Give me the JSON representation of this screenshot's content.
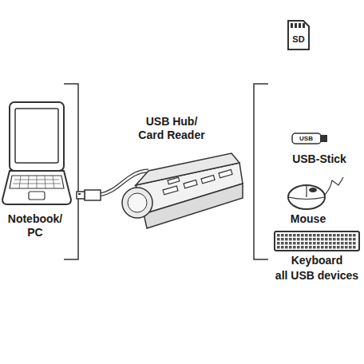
{
  "diagram": {
    "nodes": [
      {
        "text": [
          "SD"
        ]
      },
      {
        "text": [
          "USB"
        ]
      }
    ],
    "edges": [],
    "labels": [
      "USB Hub/ Card Reader",
      "Notebook/ PC",
      "USB-Stick",
      "Mouse",
      "Keyboard",
      "all USB devices"
    ]
  }
}
